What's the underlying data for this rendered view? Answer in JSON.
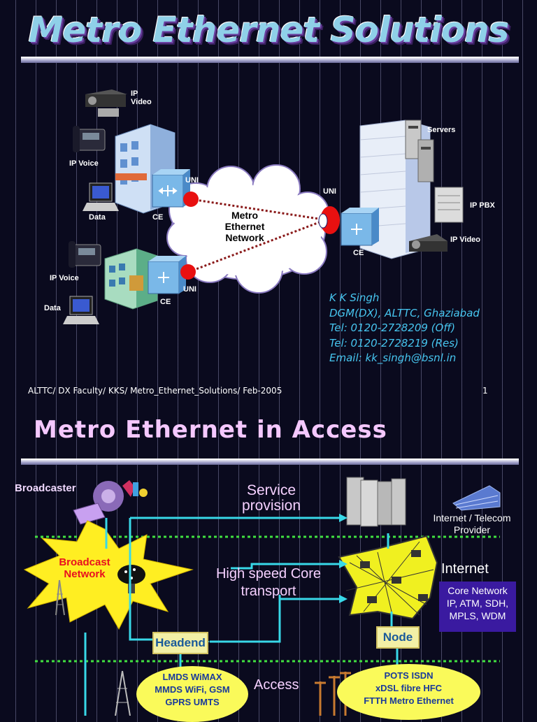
{
  "slide1": {
    "title": "Metro Ethernet Solutions",
    "cloud_label": [
      "Metro",
      "Ethernet",
      "Network"
    ],
    "labels": {
      "ip_video_tl": "IP\nVideo",
      "ip_voice_1": "IP Voice",
      "data_1": "Data",
      "ce_1": "CE",
      "uni_1": "UNI",
      "ip_voice_2": "IP Voice",
      "data_2": "Data",
      "ce_2": "CE",
      "uni_2": "UNI",
      "uni_right": "UNI",
      "ce_right": "CE",
      "servers": "Servers",
      "ip_pbx": "IP PBX",
      "ip_video_right": "IP Video"
    },
    "contact": {
      "name": "K K Singh",
      "designation": "DGM(DX), ALTTC, Ghaziabad",
      "tel_off": "Tel: 0120-2728209 (Off)",
      "tel_res": "Tel: 0120-2728219 (Res)",
      "email": "Email: kk_singh@bsnl.in"
    },
    "footer": "ALTTC/ DX Faculty/ KKS/ Metro_Ethernet_Solutions/ Feb-2005",
    "page_number": "1"
  },
  "slide2": {
    "title": "Metro Ethernet in Access",
    "broadcaster": "Broadcaster",
    "service_provision": [
      "Service",
      "provision"
    ],
    "internet_telecom": [
      "Internet / Telecom",
      "Provider"
    ],
    "broadcast_network": [
      "Broadcast",
      "Network"
    ],
    "high_speed": [
      "High speed Core",
      "transport"
    ],
    "internet": "Internet",
    "core_network": [
      "Core Network",
      "IP, ATM, SDH,",
      "MPLS, WDM"
    ],
    "headend": "Headend",
    "node": "Node",
    "access": "Access",
    "wireless_access": [
      "LMDS WiMAX",
      "MMDS WiFi, GSM",
      "GPRS UMTS"
    ],
    "wired_access": [
      "POTS  ISDN",
      "xDSL  fibre HFC",
      "FTTH Metro Ethernet"
    ]
  },
  "colors": {
    "background": "#0a0a1e",
    "contact_text": "#47c6f0",
    "slide2_title": "#f5c8ff",
    "uni_dot": "#e81010",
    "link_line": "#38d8e8",
    "dashed_line": "#40e040",
    "starburst": "#ffee22",
    "core_box": "#3a1aa0"
  }
}
